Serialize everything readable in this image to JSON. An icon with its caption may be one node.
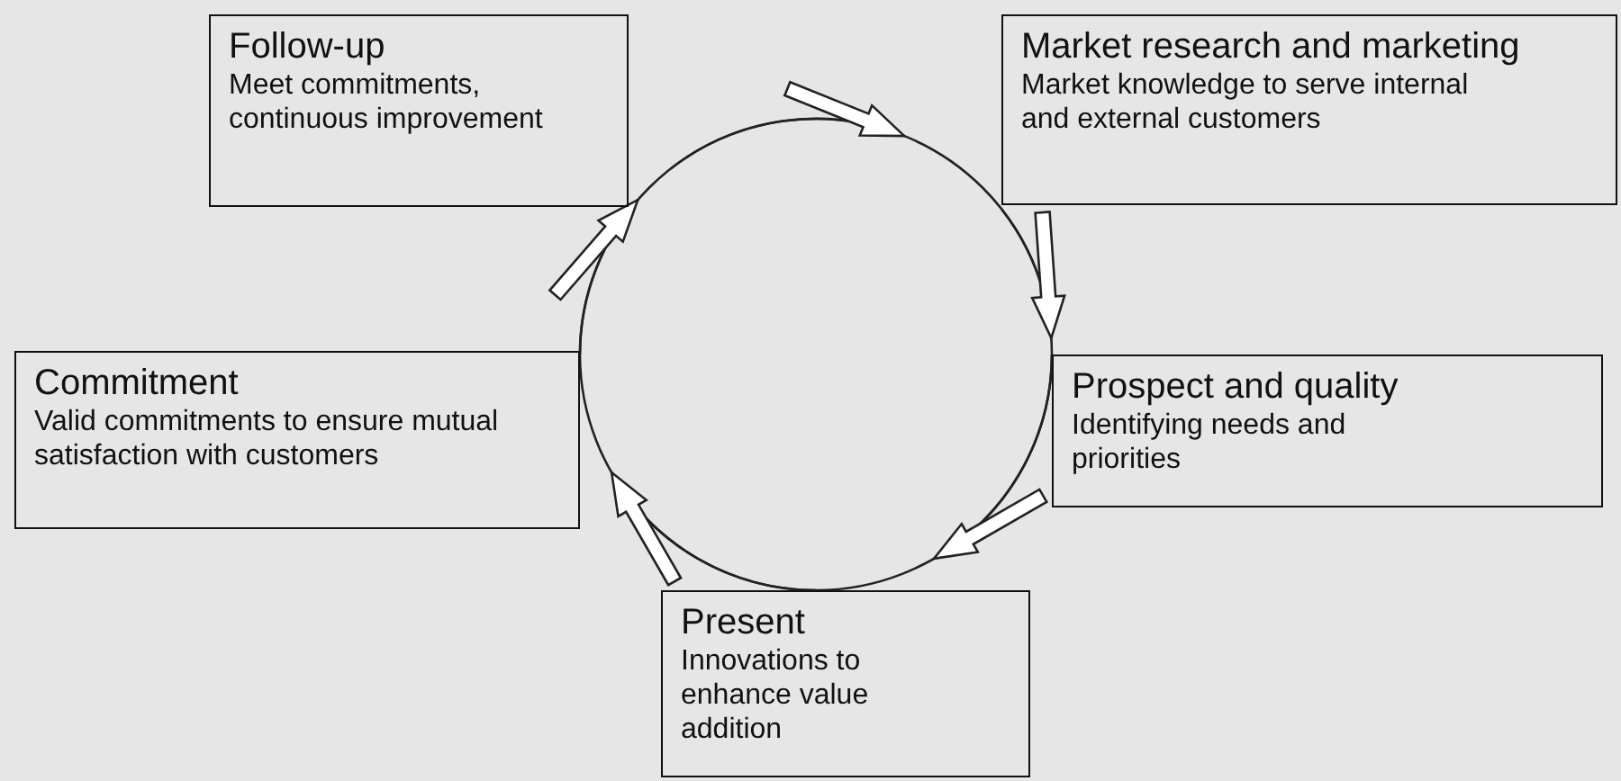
{
  "diagram": {
    "nodes": [
      {
        "text": [
          "Follow-up",
          "Meet commitments, continuous improvement"
        ]
      },
      {
        "text": [
          "Market research and marketing",
          "Market knowledge to serve internal and external customers"
        ]
      },
      {
        "text": [
          "Commitment",
          "Valid commitments to ensure mutual satisfaction with customers"
        ]
      },
      {
        "text": [
          "Prospect and quality",
          "Identifying needs and priorities"
        ]
      },
      {
        "text": [
          "Present",
          "Innovations to enhance value addition"
        ]
      }
    ],
    "edges": [
      {
        "from": 0,
        "to": 1,
        "arrow": "to"
      },
      {
        "from": 1,
        "to": 3,
        "arrow": "to"
      },
      {
        "from": 3,
        "to": 4,
        "arrow": "to"
      },
      {
        "from": 4,
        "to": 2,
        "arrow": "to"
      },
      {
        "from": 2,
        "to": 0,
        "arrow": "to"
      }
    ]
  }
}
